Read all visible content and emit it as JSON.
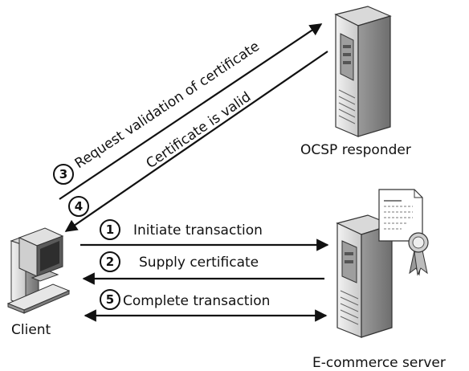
{
  "nodes": {
    "ocsp": {
      "label": "OCSP responder"
    },
    "client": {
      "label": "Client"
    },
    "server": {
      "label": "E-commerce server"
    }
  },
  "steps": [
    {
      "num": "3",
      "label": "Request validation of certificate"
    },
    {
      "num": "4",
      "label": "Certificate is valid"
    },
    {
      "num": "1",
      "label": "Initiate transaction"
    },
    {
      "num": "2",
      "label": "Supply certificate"
    },
    {
      "num": "5",
      "label": "Complete transaction"
    }
  ],
  "colors": {
    "line": "#111111",
    "server_light": "#e2e2e2",
    "server_mid": "#b8b8b8",
    "server_dark": "#7a7a7a"
  }
}
